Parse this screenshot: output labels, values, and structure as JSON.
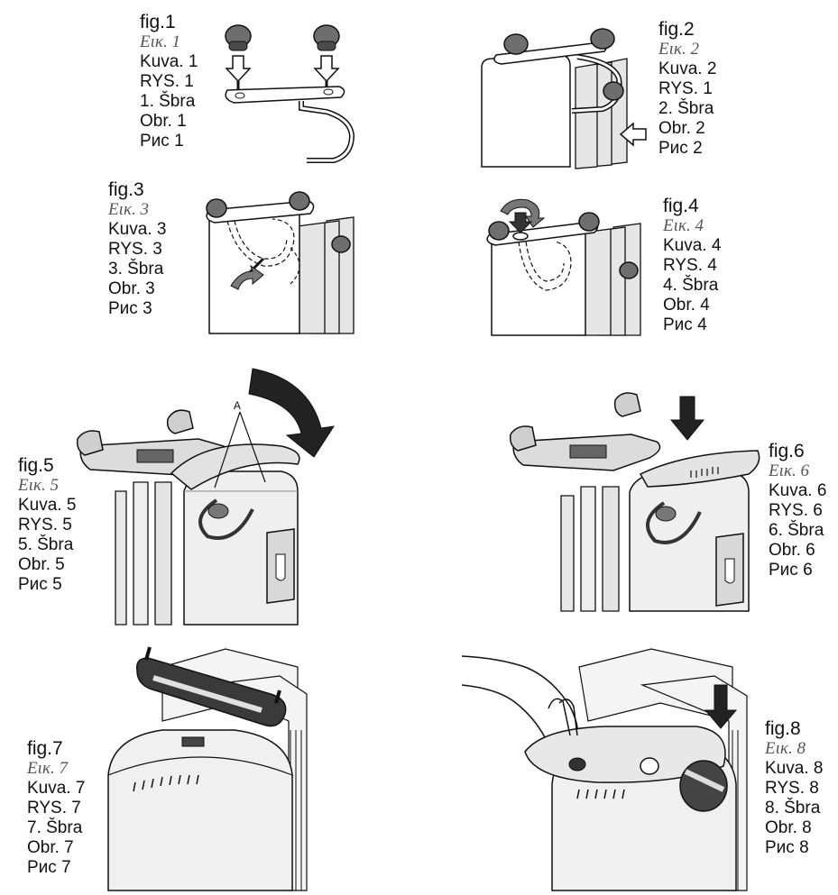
{
  "figures": [
    {
      "id": "fig1",
      "lines": [
        "fig.1",
        "Εικ. 1",
        "Kuva. 1",
        "RYS. 1",
        "1. Šbra",
        "Obr. 1",
        "Рис 1"
      ]
    },
    {
      "id": "fig2",
      "lines": [
        "fig.2",
        "Εικ. 2",
        "Kuva. 2",
        "RYS. 1",
        "2. Šbra",
        "Obr. 2",
        "Рис 2"
      ]
    },
    {
      "id": "fig3",
      "lines": [
        "fig.3",
        "Εικ. 3",
        "Kuva. 3",
        "RYS. 3",
        "3. Šbra",
        "Obr. 3",
        "Рис 3"
      ]
    },
    {
      "id": "fig4",
      "lines": [
        "fig.4",
        "Εικ. 4",
        "Kuva. 4",
        "RYS. 4",
        "4. Šbra",
        "Obr. 4",
        "Рис 4"
      ]
    },
    {
      "id": "fig5",
      "lines": [
        "fig.5",
        "Εικ. 5",
        "Kuva. 5",
        "RYS. 5",
        "5. Šbra",
        "Obr. 5",
        "Рис 5"
      ]
    },
    {
      "id": "fig6",
      "lines": [
        "fig.6",
        "Εικ. 6",
        "Kuva. 6",
        "RYS. 6",
        "6. Šbra",
        "Obr. 6",
        "Рис 6"
      ]
    },
    {
      "id": "fig7",
      "lines": [
        "fig.7",
        "Εικ. 7",
        "Kuva. 7",
        "RYS. 7",
        "7. Šbra",
        "Obr. 7",
        "Рис 7"
      ]
    },
    {
      "id": "fig8",
      "lines": [
        "fig.8",
        "Εικ. 8",
        "Kuva. 8",
        "RYS. 8",
        "8. Šbra",
        "Obr. 8",
        "Рис 8"
      ]
    }
  ],
  "callouts": {
    "fig5_label": "A"
  },
  "colors": {
    "line": "#111111",
    "dark_gray": "#555555",
    "mid_gray": "#9a9a9a",
    "light_gray": "#d4d4d4",
    "body": "#ededed"
  }
}
